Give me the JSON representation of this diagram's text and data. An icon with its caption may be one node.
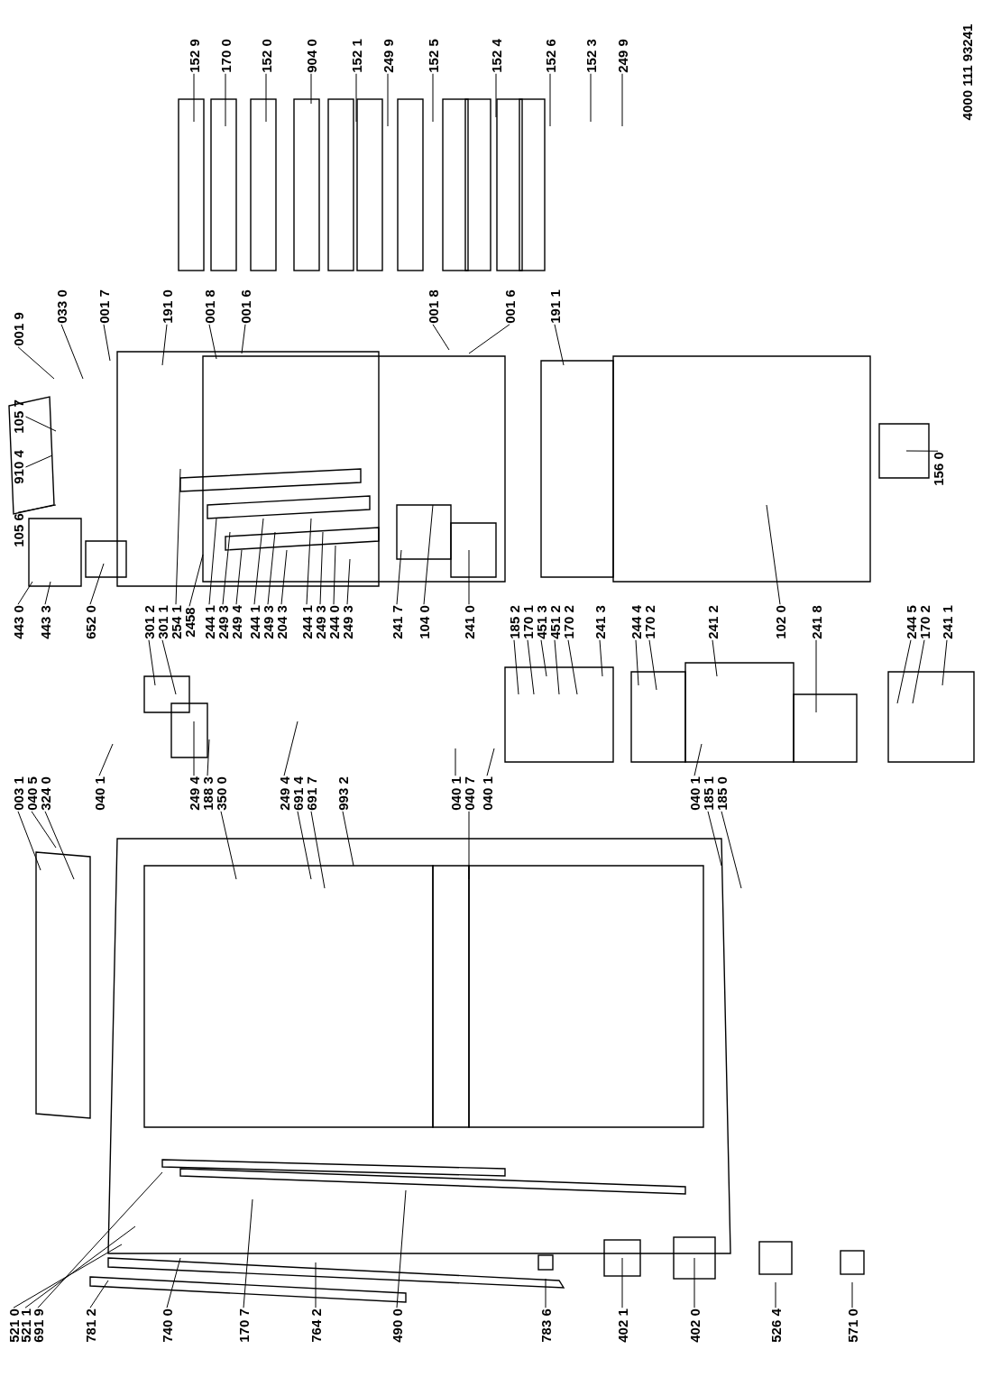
{
  "diagram": {
    "nodes": [
      {
        "text": [
          "001 9"
        ]
      },
      {
        "text": [
          "105 7"
        ]
      },
      {
        "text": [
          "910 4"
        ]
      },
      {
        "text": [
          "105 6"
        ]
      },
      {
        "text": [
          "033 0"
        ]
      },
      {
        "text": [
          "001 7"
        ]
      },
      {
        "text": [
          "191 0"
        ]
      },
      {
        "text": [
          "001 8"
        ]
      },
      {
        "text": [
          "001 6"
        ]
      },
      {
        "text": [
          "001 8"
        ]
      },
      {
        "text": [
          "001 6"
        ]
      },
      {
        "text": [
          "191 1"
        ]
      },
      {
        "text": [
          "152 9"
        ]
      },
      {
        "text": [
          "170 0"
        ]
      },
      {
        "text": [
          "152 0"
        ]
      },
      {
        "text": [
          "904 0"
        ]
      },
      {
        "text": [
          "152 1"
        ]
      },
      {
        "text": [
          "249 9"
        ]
      },
      {
        "text": [
          "152 5"
        ]
      },
      {
        "text": [
          "152 4"
        ]
      },
      {
        "text": [
          "152 6"
        ]
      },
      {
        "text": [
          "152 3"
        ]
      },
      {
        "text": [
          "249 9"
        ]
      },
      {
        "text": [
          "443 0"
        ]
      },
      {
        "text": [
          "443 3"
        ]
      },
      {
        "text": [
          "652 0"
        ]
      },
      {
        "text": [
          "301 2"
        ]
      },
      {
        "text": [
          "301 1"
        ]
      },
      {
        "text": [
          "254 1"
        ]
      },
      {
        "text": [
          "2458"
        ]
      },
      {
        "text": [
          "244 1"
        ]
      },
      {
        "text": [
          "249 3"
        ]
      },
      {
        "text": [
          "249 4"
        ]
      },
      {
        "text": [
          "244 1"
        ]
      },
      {
        "text": [
          "249 3"
        ]
      },
      {
        "text": [
          "204 3"
        ]
      },
      {
        "text": [
          "244 1"
        ]
      },
      {
        "text": [
          "249 3"
        ]
      },
      {
        "text": [
          "244 0"
        ]
      },
      {
        "text": [
          "249 3"
        ]
      },
      {
        "text": [
          "241 7"
        ]
      },
      {
        "text": [
          "104 0"
        ]
      },
      {
        "text": [
          "241 0"
        ]
      },
      {
        "text": [
          "185 2"
        ]
      },
      {
        "text": [
          "170 1"
        ]
      },
      {
        "text": [
          "451 3"
        ]
      },
      {
        "text": [
          "451 2"
        ]
      },
      {
        "text": [
          "170 2"
        ]
      },
      {
        "text": [
          "241 3"
        ]
      },
      {
        "text": [
          "244 4"
        ]
      },
      {
        "text": [
          "170 2"
        ]
      },
      {
        "text": [
          "241 2"
        ]
      },
      {
        "text": [
          "102 0"
        ]
      },
      {
        "text": [
          "241 8"
        ]
      },
      {
        "text": [
          "244 5"
        ]
      },
      {
        "text": [
          "170 2"
        ]
      },
      {
        "text": [
          "241 1"
        ]
      },
      {
        "text": [
          "156 0"
        ]
      },
      {
        "text": [
          "003 1"
        ]
      },
      {
        "text": [
          "040 5"
        ]
      },
      {
        "text": [
          "324 0"
        ]
      },
      {
        "text": [
          "040 1"
        ]
      },
      {
        "text": [
          "249 4"
        ]
      },
      {
        "text": [
          "188 3"
        ]
      },
      {
        "text": [
          "350 0"
        ]
      },
      {
        "text": [
          "249 4"
        ]
      },
      {
        "text": [
          "691 4"
        ]
      },
      {
        "text": [
          "691 7"
        ]
      },
      {
        "text": [
          "993 2"
        ]
      },
      {
        "text": [
          "040 1"
        ]
      },
      {
        "text": [
          "040 7"
        ]
      },
      {
        "text": [
          "040 1"
        ]
      },
      {
        "text": [
          "040 1"
        ]
      },
      {
        "text": [
          "185 1"
        ]
      },
      {
        "text": [
          "185 0"
        ]
      },
      {
        "text": [
          "521 0"
        ]
      },
      {
        "text": [
          "521 1"
        ]
      },
      {
        "text": [
          "691 9"
        ]
      },
      {
        "text": [
          "781 2"
        ]
      },
      {
        "text": [
          "740 0"
        ]
      },
      {
        "text": [
          "170 7"
        ]
      },
      {
        "text": [
          "764 2"
        ]
      },
      {
        "text": [
          "490 0"
        ]
      },
      {
        "text": [
          "783 6"
        ]
      },
      {
        "text": [
          "402 1"
        ]
      },
      {
        "text": [
          "402 0"
        ]
      },
      {
        "text": [
          "526 4"
        ]
      },
      {
        "text": [
          "571 0"
        ]
      }
    ],
    "edges": [
      {
        "from": 0,
        "to": null,
        "arrow": "none"
      },
      {
        "from": 1,
        "to": null,
        "arrow": "none"
      },
      {
        "from": 2,
        "to": null,
        "arrow": "none"
      },
      {
        "from": 3,
        "to": null,
        "arrow": "none"
      },
      {
        "from": 4,
        "to": null,
        "arrow": "none"
      },
      {
        "from": 5,
        "to": null,
        "arrow": "none"
      },
      {
        "from": 6,
        "to": null,
        "arrow": "none"
      },
      {
        "from": 7,
        "to": null,
        "arrow": "none"
      },
      {
        "from": 8,
        "to": null,
        "arrow": "none"
      },
      {
        "from": 9,
        "to": null,
        "arrow": "none"
      },
      {
        "from": 10,
        "to": null,
        "arrow": "none"
      },
      {
        "from": 11,
        "to": null,
        "arrow": "none"
      },
      {
        "from": 12,
        "to": null,
        "arrow": "none"
      },
      {
        "from": 13,
        "to": null,
        "arrow": "none"
      },
      {
        "from": 14,
        "to": null,
        "arrow": "none"
      },
      {
        "from": 15,
        "to": null,
        "arrow": "none"
      },
      {
        "from": 16,
        "to": null,
        "arrow": "none"
      },
      {
        "from": 17,
        "to": null,
        "arrow": "none"
      },
      {
        "from": 18,
        "to": null,
        "arrow": "none"
      },
      {
        "from": 19,
        "to": null,
        "arrow": "none"
      },
      {
        "from": 20,
        "to": null,
        "arrow": "none"
      },
      {
        "from": 21,
        "to": null,
        "arrow": "none"
      },
      {
        "from": 22,
        "to": null,
        "arrow": "none"
      },
      {
        "from": 23,
        "to": null,
        "arrow": "none"
      },
      {
        "from": 24,
        "to": null,
        "arrow": "none"
      },
      {
        "from": 25,
        "to": null,
        "arrow": "none"
      },
      {
        "from": 26,
        "to": null,
        "arrow": "none"
      },
      {
        "from": 27,
        "to": null,
        "arrow": "none"
      },
      {
        "from": 28,
        "to": null,
        "arrow": "none"
      },
      {
        "from": 29,
        "to": null,
        "arrow": "none"
      },
      {
        "from": 30,
        "to": null,
        "arrow": "none"
      },
      {
        "from": 31,
        "to": null,
        "arrow": "none"
      },
      {
        "from": 32,
        "to": null,
        "arrow": "none"
      },
      {
        "from": 33,
        "to": null,
        "arrow": "none"
      },
      {
        "from": 34,
        "to": null,
        "arrow": "none"
      },
      {
        "from": 35,
        "to": null,
        "arrow": "none"
      },
      {
        "from": 36,
        "to": null,
        "arrow": "none"
      },
      {
        "from": 37,
        "to": null,
        "arrow": "none"
      },
      {
        "from": 38,
        "to": null,
        "arrow": "none"
      },
      {
        "from": 39,
        "to": null,
        "arrow": "none"
      },
      {
        "from": 40,
        "to": null,
        "arrow": "none"
      },
      {
        "from": 41,
        "to": null,
        "arrow": "none"
      },
      {
        "from": 42,
        "to": null,
        "arrow": "none"
      },
      {
        "from": 43,
        "to": null,
        "arrow": "none"
      },
      {
        "from": 44,
        "to": null,
        "arrow": "none"
      },
      {
        "from": 45,
        "to": null,
        "arrow": "none"
      },
      {
        "from": 46,
        "to": null,
        "arrow": "none"
      },
      {
        "from": 47,
        "to": null,
        "arrow": "none"
      },
      {
        "from": 48,
        "to": null,
        "arrow": "none"
      },
      {
        "from": 49,
        "to": null,
        "arrow": "none"
      },
      {
        "from": 50,
        "to": null,
        "arrow": "none"
      },
      {
        "from": 51,
        "to": null,
        "arrow": "none"
      },
      {
        "from": 52,
        "to": null,
        "arrow": "none"
      },
      {
        "from": 53,
        "to": null,
        "arrow": "none"
      },
      {
        "from": 54,
        "to": null,
        "arrow": "none"
      },
      {
        "from": 55,
        "to": null,
        "arrow": "none"
      },
      {
        "from": 56,
        "to": null,
        "arrow": "none"
      },
      {
        "from": 57,
        "to": null,
        "arrow": "none"
      },
      {
        "from": 58,
        "to": null,
        "arrow": "none"
      },
      {
        "from": 59,
        "to": null,
        "arrow": "none"
      },
      {
        "from": 60,
        "to": null,
        "arrow": "none"
      },
      {
        "from": 61,
        "to": null,
        "arrow": "none"
      },
      {
        "from": 62,
        "to": null,
        "arrow": "none"
      },
      {
        "from": 63,
        "to": null,
        "arrow": "none"
      },
      {
        "from": 64,
        "to": null,
        "arrow": "none"
      },
      {
        "from": 65,
        "to": null,
        "arrow": "none"
      },
      {
        "from": 66,
        "to": null,
        "arrow": "none"
      },
      {
        "from": 67,
        "to": null,
        "arrow": "none"
      },
      {
        "from": 68,
        "to": null,
        "arrow": "none"
      },
      {
        "from": 69,
        "to": null,
        "arrow": "none"
      },
      {
        "from": 70,
        "to": null,
        "arrow": "none"
      },
      {
        "from": 71,
        "to": null,
        "arrow": "none"
      },
      {
        "from": 72,
        "to": null,
        "arrow": "none"
      },
      {
        "from": 73,
        "to": null,
        "arrow": "none"
      },
      {
        "from": 74,
        "to": null,
        "arrow": "none"
      },
      {
        "from": 75,
        "to": null,
        "arrow": "none"
      },
      {
        "from": 76,
        "to": null,
        "arrow": "none"
      },
      {
        "from": 77,
        "to": null,
        "arrow": "none"
      },
      {
        "from": 78,
        "to": null,
        "arrow": "none"
      },
      {
        "from": 79,
        "to": null,
        "arrow": "none"
      },
      {
        "from": 80,
        "to": null,
        "arrow": "none"
      },
      {
        "from": 81,
        "to": null,
        "arrow": "none"
      },
      {
        "from": 82,
        "to": null,
        "arrow": "none"
      },
      {
        "from": 83,
        "to": null,
        "arrow": "none"
      },
      {
        "from": 84,
        "to": null,
        "arrow": "none"
      },
      {
        "from": 85,
        "to": null,
        "arrow": "none"
      },
      {
        "from": 86,
        "to": null,
        "arrow": "none"
      },
      {
        "from": 87,
        "to": null,
        "arrow": "none"
      }
    ],
    "labels": [
      "4000 111 93241"
    ]
  }
}
